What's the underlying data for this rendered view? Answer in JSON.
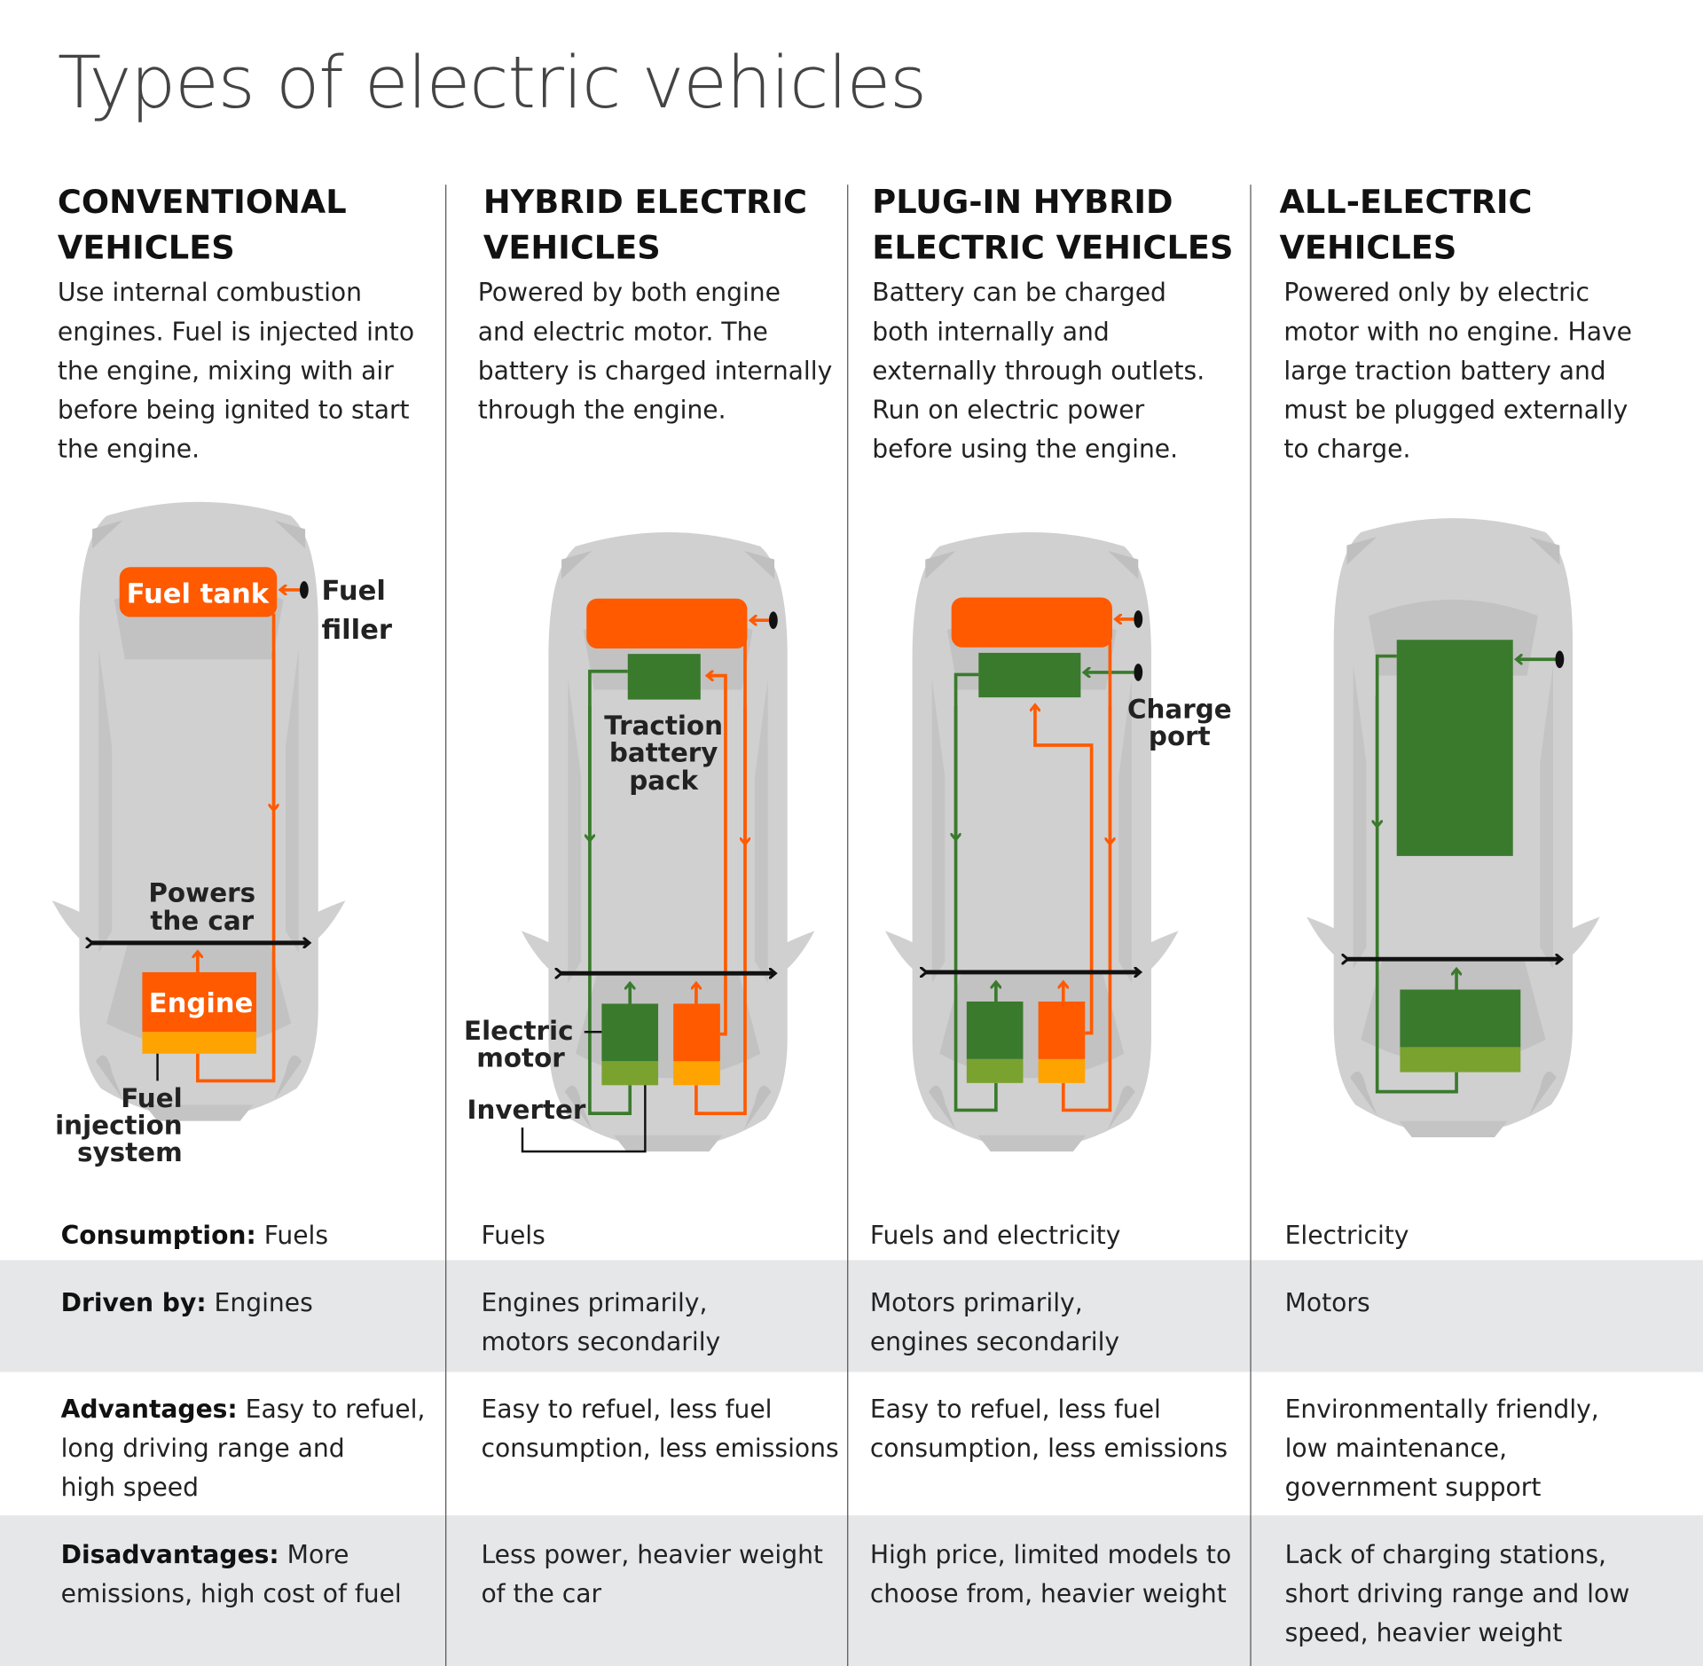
{
  "title": "Types of electric vehicles",
  "colors": {
    "orange": "#ff5a00",
    "amber": "#ffa300",
    "green": "#3a7a2d",
    "light_green": "#7aa22f",
    "car": "#d0d0d0",
    "band": "#e6e7e8"
  },
  "columns": [
    {
      "heading1": "CONVENTIONAL",
      "heading2": "VEHICLES",
      "desc": [
        "Use internal combustion",
        "engines. Fuel is injected into",
        "the engine, mixing with air",
        "before being ignited to start",
        "the engine."
      ]
    },
    {
      "heading1": "HYBRID ELECTRIC",
      "heading2": "VEHICLES",
      "desc": [
        "Powered by both engine",
        "and electric motor. The",
        "battery is charged internally",
        "through the engine."
      ]
    },
    {
      "heading1": "PLUG-IN HYBRID",
      "heading2": "ELECTRIC VEHICLES",
      "desc": [
        "Battery can be charged",
        "both internally and",
        "externally through outlets.",
        "Run on electric power",
        "before using the engine."
      ]
    },
    {
      "heading1": "ALL-ELECTRIC",
      "heading2": "VEHICLES",
      "desc": [
        "Powered only by electric",
        "motor with no engine. Have",
        "large traction battery and",
        "must be plugged externally",
        "to charge."
      ]
    }
  ],
  "labels": {
    "fuel_tank": "Fuel tank",
    "fuel": "Fuel",
    "filler": "filler",
    "powers": "Powers",
    "the_car": "the car",
    "engine": "Engine",
    "fuel_inj1": "Fuel",
    "fuel_inj2": "injection",
    "fuel_inj3": "system",
    "traction1": "Traction",
    "traction2": "battery",
    "traction3": "pack",
    "electric": "Electric",
    "motor": "motor",
    "inverter": "Inverter",
    "charge": "Charge",
    "port": "port"
  },
  "table": {
    "labels": {
      "consumption": "Consumption:",
      "driven": "Driven by:",
      "advantages": "Advantages:",
      "disadvantages": "Disadvantages:"
    },
    "consumption": [
      "Fuels",
      "Fuels",
      "Fuels and electricity",
      "Electricity"
    ],
    "driven": [
      [
        "Engines"
      ],
      [
        "Engines primarily,",
        "motors secondarily"
      ],
      [
        "Motors primarily,",
        "engines secondarily"
      ],
      [
        "Motors"
      ]
    ],
    "advantages": [
      [
        "Easy to refuel,",
        "long driving range and",
        "high speed"
      ],
      [
        "Easy to refuel, less fuel",
        "consumption, less emissions"
      ],
      [
        "Easy to refuel, less fuel",
        "consumption, less emissions"
      ],
      [
        "Environmentally friendly,",
        "low maintenance,",
        "government support"
      ]
    ],
    "disadvantages": [
      [
        "More",
        "emissions, high cost of fuel"
      ],
      [
        "Less power, heavier weight",
        "of the car"
      ],
      [
        "High price, limited models to",
        "choose from, heavier weight"
      ],
      [
        "Lack of charging stations,",
        "short driving range and low",
        "speed, heavier weight"
      ]
    ]
  }
}
